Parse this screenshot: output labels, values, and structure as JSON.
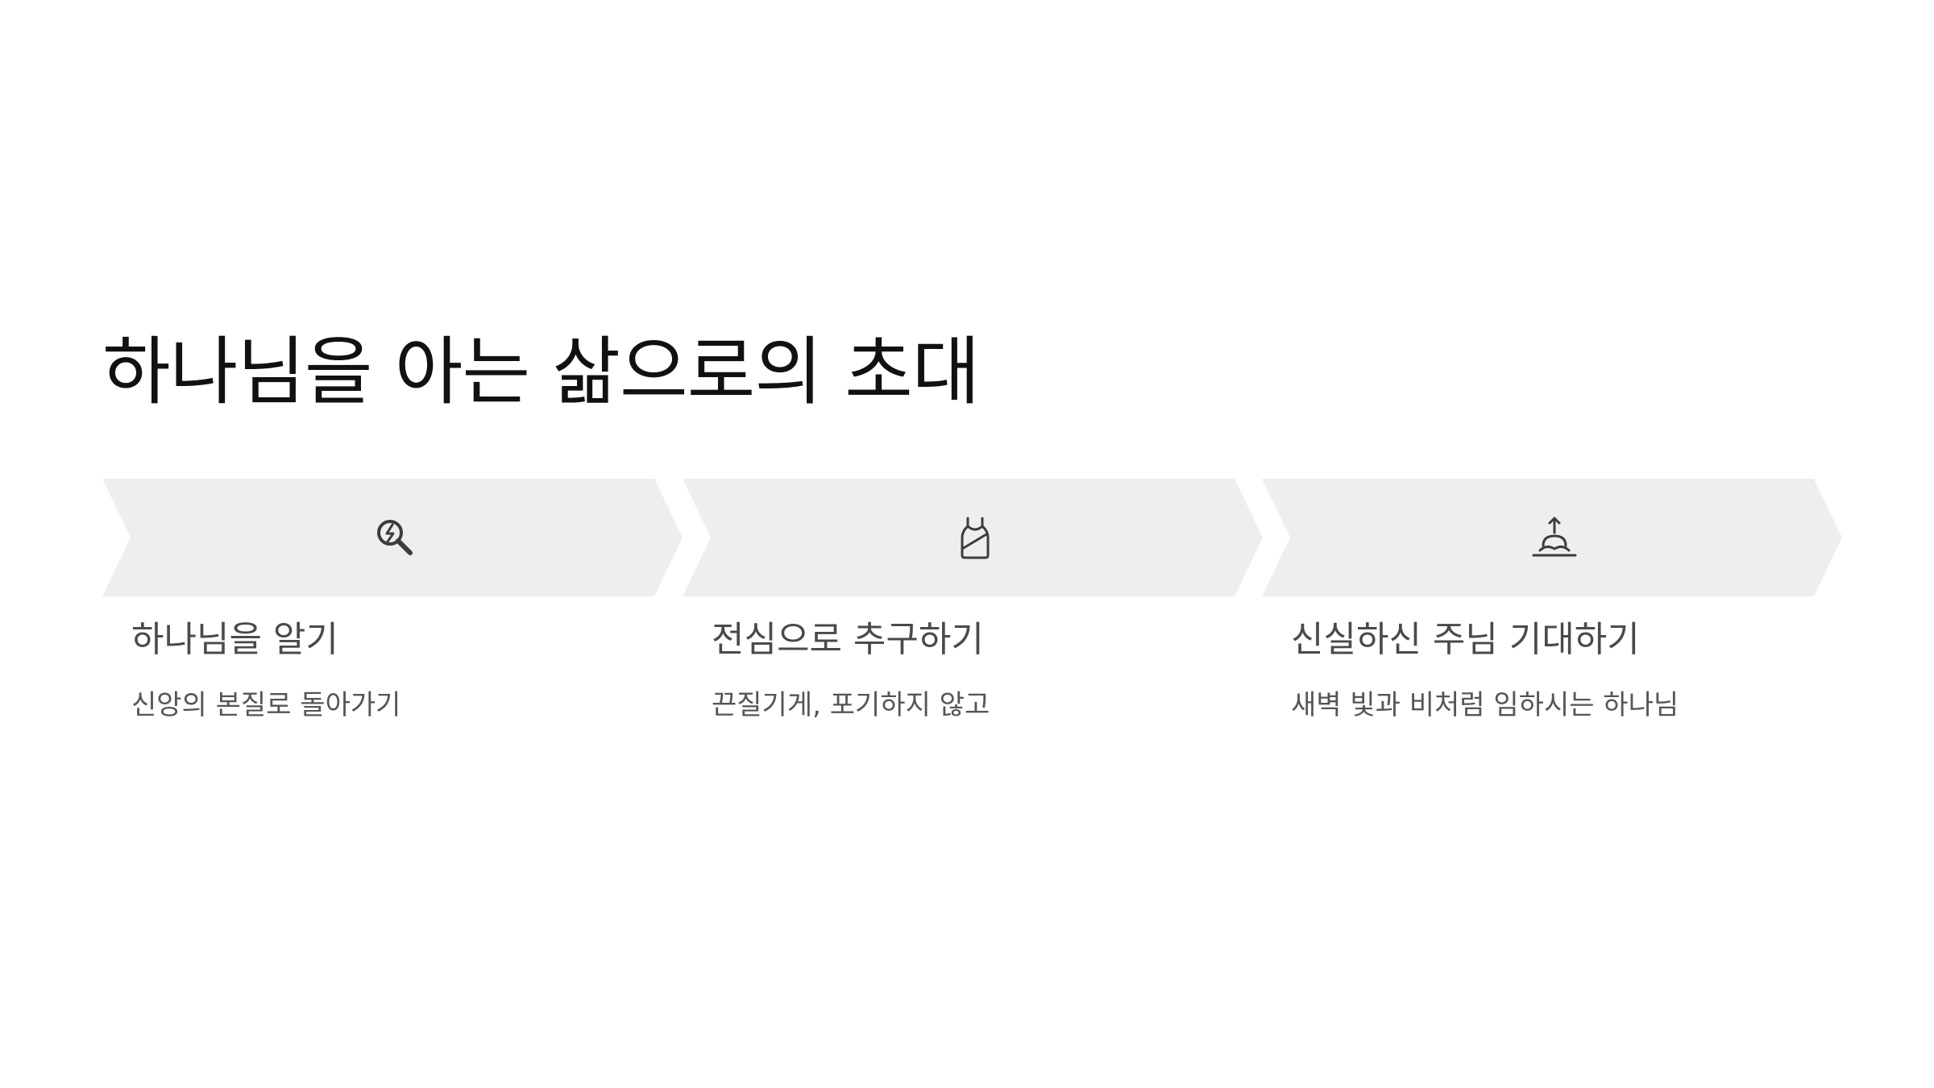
{
  "title": "하나님을 아는 삶으로의 초대",
  "colors": {
    "chevron_fill": "#f0eeed",
    "icon_stroke": "#3c3c3c",
    "title_text": "#111111",
    "step_title_text": "#4a4a4a",
    "step_desc_text": "#555555"
  },
  "steps": [
    {
      "icon": "magnifier-lightning-icon",
      "title": "하나님을 알기",
      "description": "신앙의 본질로 돌아가기"
    },
    {
      "icon": "tank-top-icon",
      "title": "전심으로 추구하기",
      "description": "끈질기게, 포기하지 않고"
    },
    {
      "icon": "sunrise-icon",
      "title": "신실하신 주님 기대하기",
      "description": "새벽 빛과 비처럼 임하시는 하나님"
    }
  ]
}
